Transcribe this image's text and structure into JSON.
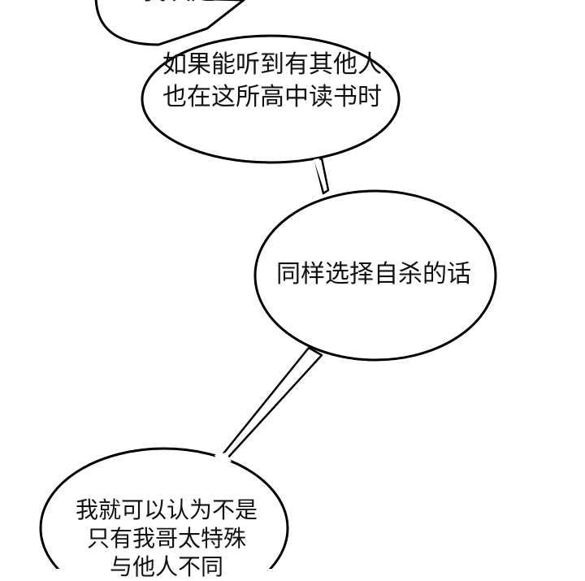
{
  "page": {
    "background": "#ffffff",
    "ink": "#111111"
  },
  "bubbles": [
    {
      "name": "top-clipped",
      "lines": [
        "我决定"
      ]
    },
    {
      "name": "upper",
      "lines": [
        "如果能听到有其他人",
        "也在这所高中读书时"
      ]
    },
    {
      "name": "middle",
      "lines": [
        "同样选择自杀的话"
      ]
    },
    {
      "name": "lower",
      "lines": [
        "我就可以认为不是",
        "只有我哥太特殊",
        "与他人不同"
      ]
    }
  ]
}
